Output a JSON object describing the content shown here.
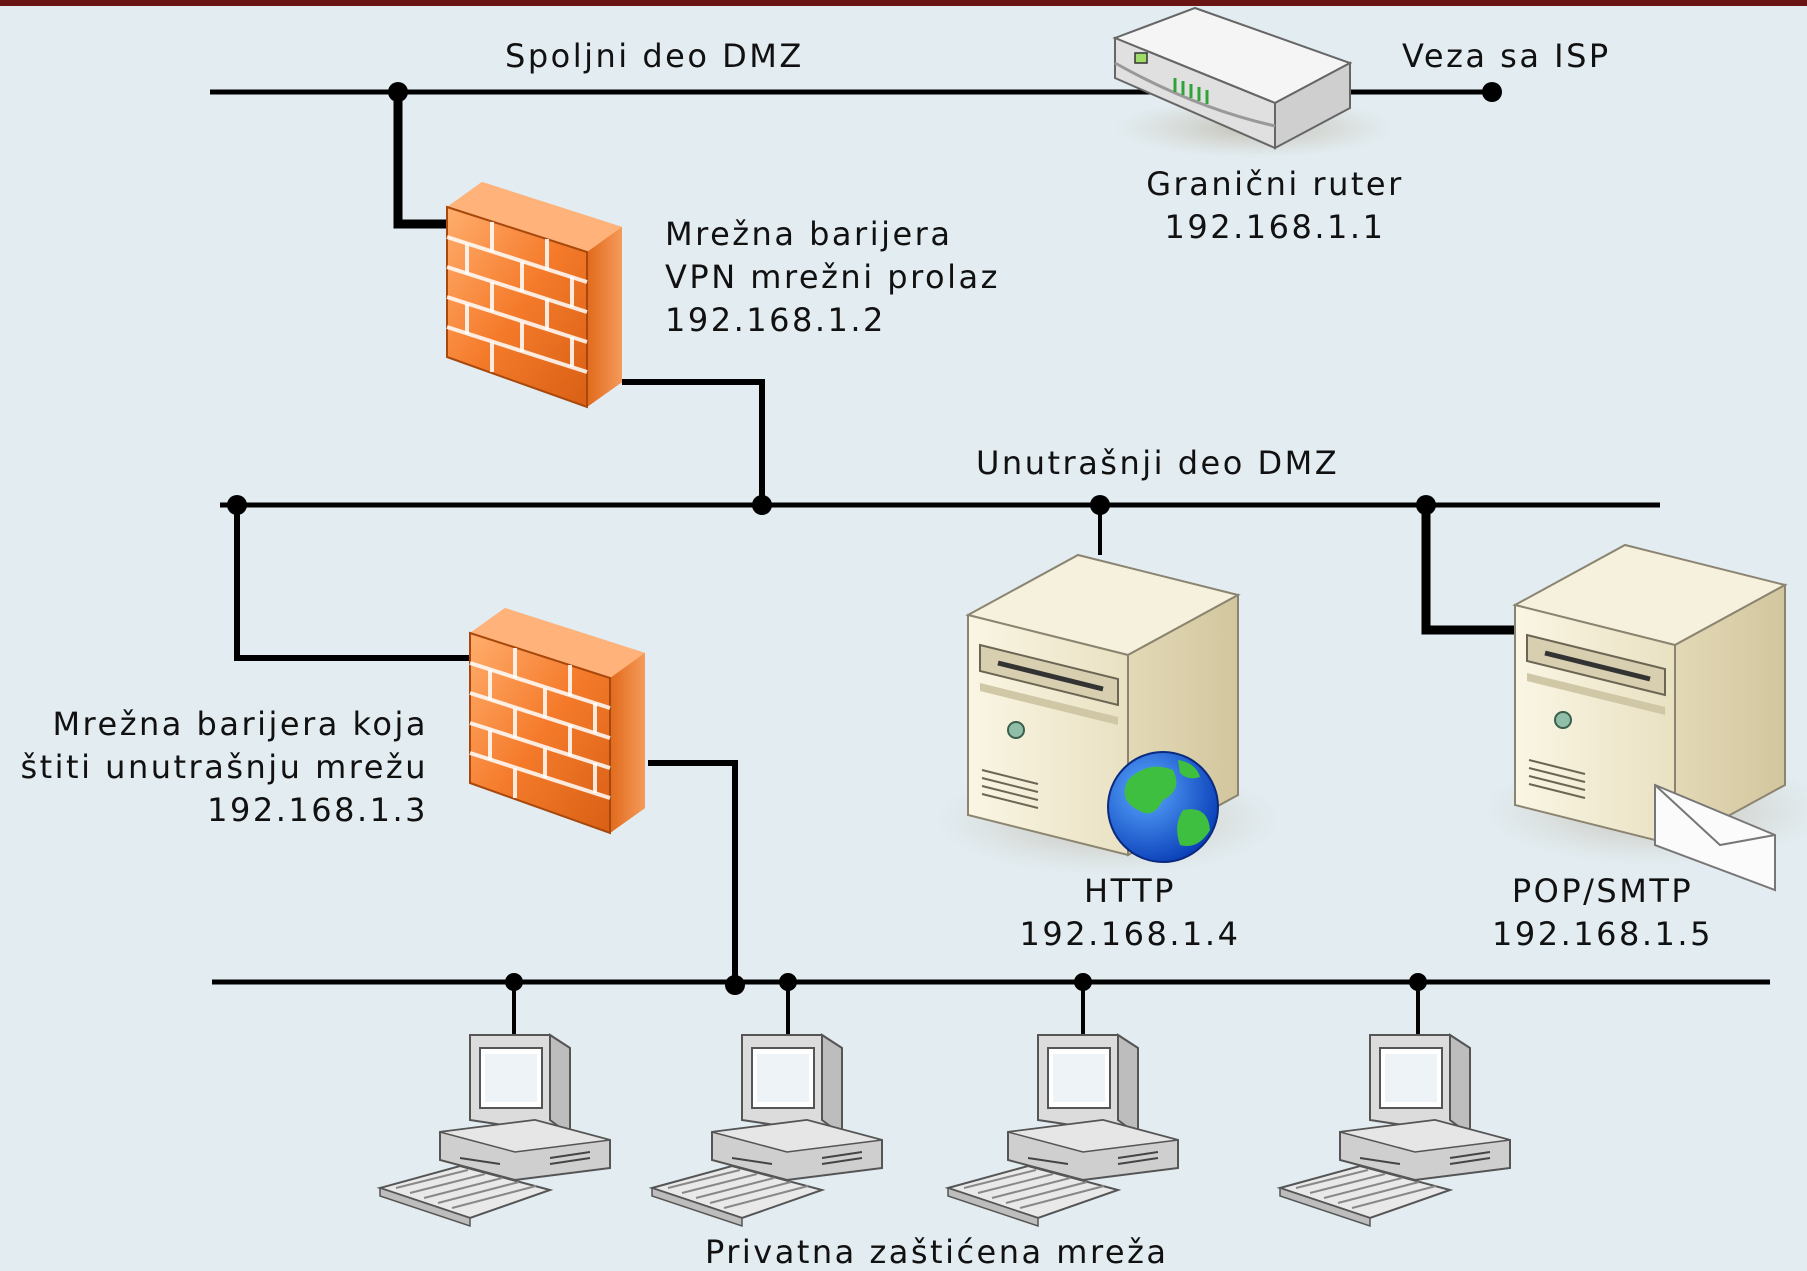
{
  "diagram": {
    "segments": {
      "outer_dmz": {
        "label": "Spoljni deo DMZ"
      },
      "isp_link": {
        "label": "Veza sa ISP"
      },
      "inner_dmz": {
        "label": "Unutrašnji deo DMZ"
      },
      "private_net": {
        "label": "Privatna zaštićena mreža"
      }
    },
    "devices": {
      "border_router": {
        "name": "Granični ruter",
        "ip": "192.168.1.1",
        "icon": "router-icon"
      },
      "vpn_firewall": {
        "name_line1": "Mrežna barijera",
        "name_line2": "VPN mrežni prolaz",
        "ip": "192.168.1.2",
        "icon": "firewall-icon"
      },
      "internal_firewall": {
        "name_line1": "Mrežna barijera koja",
        "name_line2": "štiti unutrašnju mrežu",
        "ip": "192.168.1.3",
        "icon": "firewall-icon"
      },
      "http_server": {
        "name": "HTTP",
        "ip": "192.168.1.4",
        "icon": "web-server-icon"
      },
      "mail_server": {
        "name": "POP/SMTP",
        "ip": "192.168.1.5",
        "icon": "mail-server-icon"
      },
      "workstations": {
        "count": 4,
        "icon": "workstation-icon"
      }
    },
    "colors": {
      "background": "#e2ecf1",
      "line": "#000000",
      "firewall": "#f07a2c",
      "server_body": "#f4efd8",
      "top_band": "#6b1414"
    }
  }
}
